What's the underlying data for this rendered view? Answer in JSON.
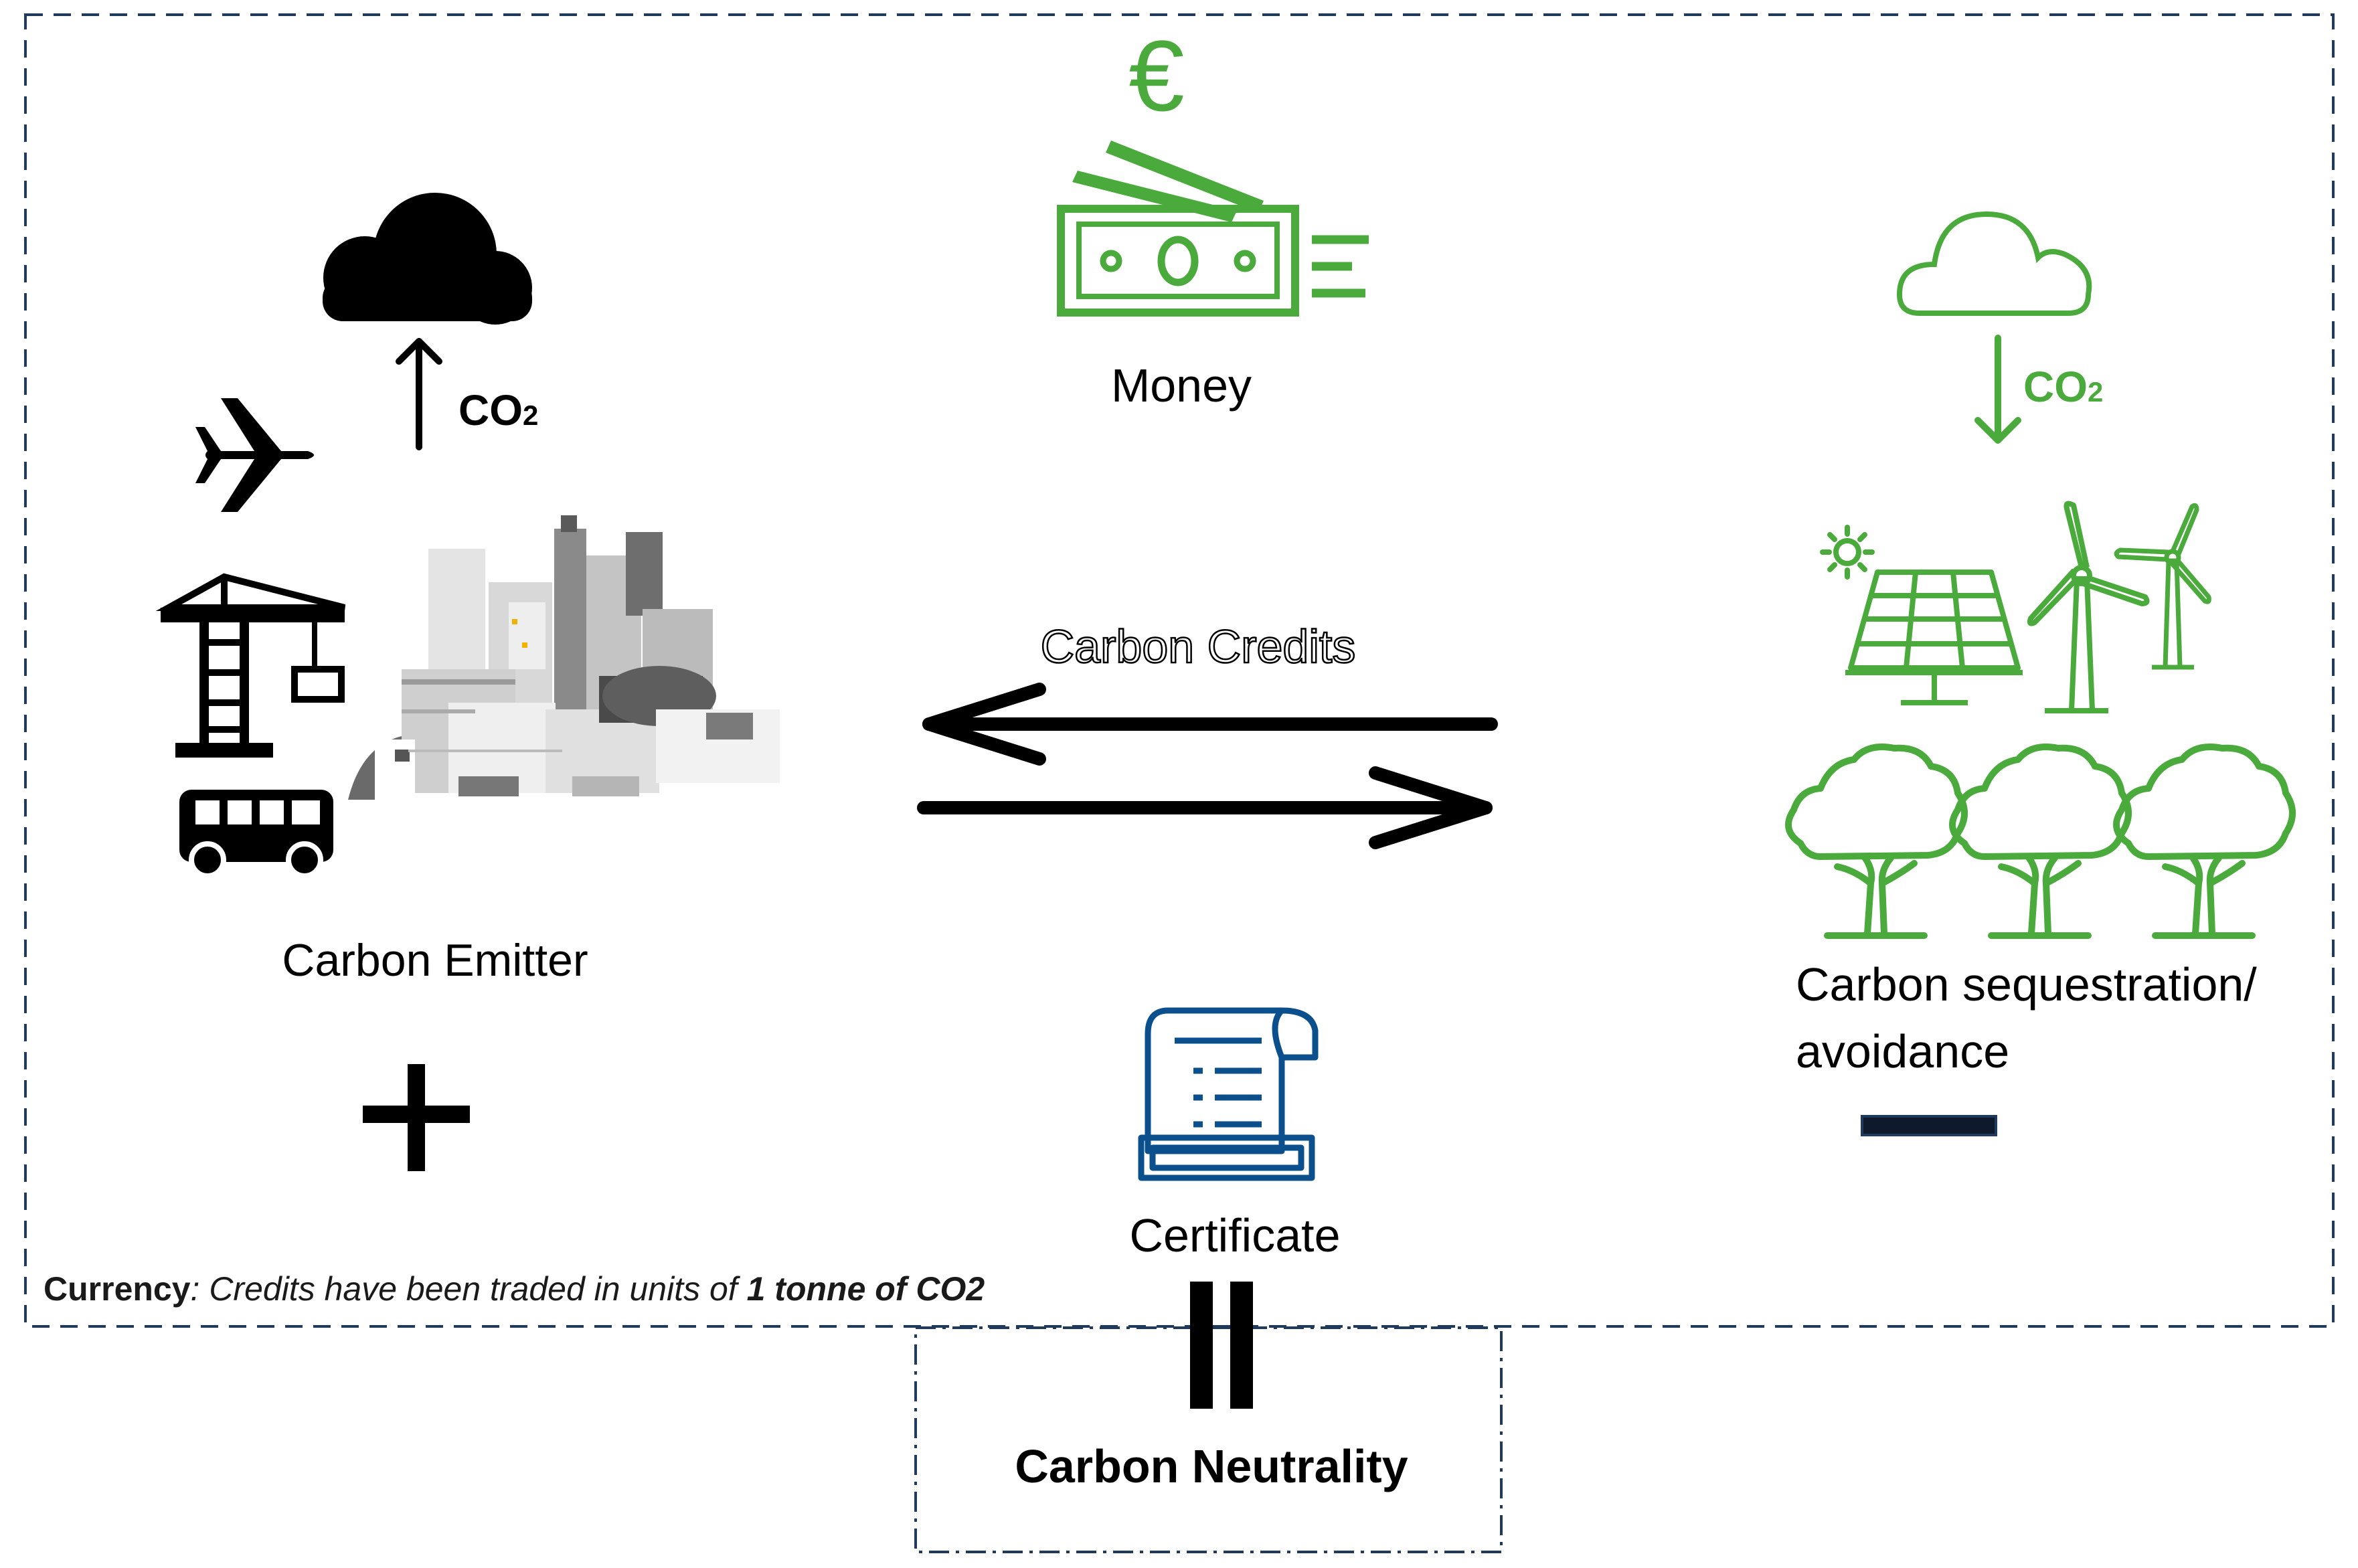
{
  "labels": {
    "money": "Money",
    "carbon_credits": "Carbon Credits",
    "emitter": "Carbon Emitter",
    "sequestration_line1": "Carbon sequestration/",
    "sequestration_line2": "avoidance",
    "certificate": "Certificate",
    "neutrality": "Carbon Neutrality",
    "co2_emit": "CO",
    "co2_emit_sub": "2",
    "co2_absorb": "CO",
    "co2_absorb_sub": "2",
    "euro_symbol": "€",
    "plus_symbol": "+",
    "currency_label": "Currency",
    "currency_text": ": Credits have been traded in units of ",
    "currency_unit": "1 tonne of CO2"
  },
  "icons": {
    "emitter_cloud": "cloud-icon",
    "absorb_cloud": "cloud-outline-icon",
    "airplane": "airplane-icon",
    "crane": "crane-icon",
    "bus": "bus-icon",
    "city": "city-skyline-icon",
    "money": "banknote-icon",
    "euro": "euro-icon",
    "solar": "solar-panel-icon",
    "wind": "wind-turbine-icon",
    "trees": "tree-icon",
    "certificate": "certificate-scroll-icon"
  },
  "colors": {
    "green": "#4aab3c",
    "black": "#000000",
    "navy": "#1f3a5a",
    "certificate_blue": "#0b4f8c",
    "grey_dark": "#555555",
    "grey_mid": "#9a9a9a",
    "grey_light": "#d8d8d8"
  }
}
